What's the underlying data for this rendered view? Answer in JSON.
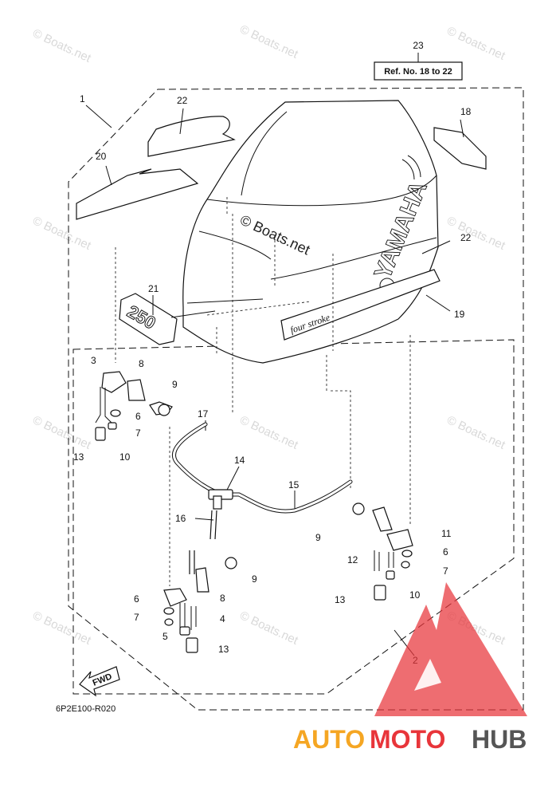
{
  "watermark": "© Boats.net",
  "center_watermark": "© Boats.net",
  "ref_box": "Ref. No. 18 to 22",
  "diagram_code": "6P2E100-R020",
  "fwd_label": "FWD",
  "cowling_brand": "YAMAHA",
  "decal_text": "four stroke",
  "decal_number": "250",
  "logo_text": {
    "auto": "AUTO",
    "moto": "MOTO",
    "hub": "HUB"
  },
  "callouts": {
    "c1": "1",
    "c2": "2",
    "c3": "3",
    "c4": "4",
    "c5": "5",
    "c6a": "6",
    "c6b": "6",
    "c6c": "6",
    "c7a": "7",
    "c7b": "7",
    "c7c": "7",
    "c8a": "8",
    "c8b": "8",
    "c9a": "9",
    "c9b": "9",
    "c9c": "9",
    "c10a": "10",
    "c10b": "10",
    "c11": "11",
    "c12": "12",
    "c13a": "13",
    "c13b": "13",
    "c13c": "13",
    "c14": "14",
    "c15": "15",
    "c16": "16",
    "c17": "17",
    "c18": "18",
    "c19": "19",
    "c20": "20",
    "c21": "21",
    "c22a": "22",
    "c22b": "22",
    "c23": "23"
  },
  "colors": {
    "logo_red": "#e8353a",
    "logo_orange": "#f5a623",
    "logo_gray": "#555555"
  }
}
